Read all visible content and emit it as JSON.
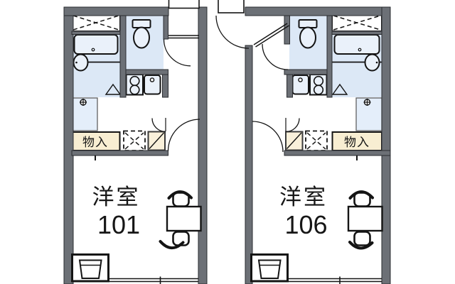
{
  "plan": {
    "units": [
      {
        "name": "unit-101",
        "room_label": "洋室",
        "room_number": "101",
        "storage_label": "物入"
      },
      {
        "name": "unit-106",
        "room_label": "洋室",
        "room_number": "106",
        "storage_label": "物入"
      }
    ]
  },
  "colors": {
    "wall": "#6c7076",
    "wet_area_floor": "#dce8f6",
    "fixture_fill": "#eaf1fa",
    "storage_fill": "#f8eed2",
    "entrance_fill": "#f9f0da",
    "outline": "#141414"
  }
}
